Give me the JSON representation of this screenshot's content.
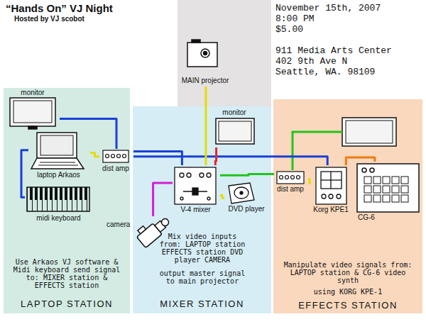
{
  "diagram": {
    "title": "“Hands On” VJ Night",
    "nodes": [
      {
        "text": [
          "Use Arkaos VJ software & Midi keyboard send signal to: MIXER station & EFFECTS station",
          "LAPTOP STATION"
        ]
      },
      {
        "text": [
          "monitor"
        ],
        "in": 0
      },
      {
        "text": [
          "laptop Arkaos"
        ],
        "in": 0
      },
      {
        "text": [
          "dist amp"
        ],
        "in": 0
      },
      {
        "text": [
          "midi keyboard"
        ],
        "in": 0
      },
      {
        "text": [
          "MAIN projector"
        ]
      },
      {
        "text": [
          "Mix video inputs from: LAPTOP station EFFECTS station DVD player CAMERA",
          "output master signal to main projector",
          "MIXER STATION"
        ]
      },
      {
        "text": [
          "monitor"
        ],
        "in": 6
      },
      {
        "text": [
          "V-4 mixer"
        ],
        "in": 6
      },
      {
        "text": [
          "DVD player"
        ],
        "in": 6
      },
      {
        "text": [
          "camera"
        ],
        "in": 6
      },
      {
        "text": [
          "Manipulate video signals from: LAPTOP station & CG-6 video synth",
          "using KORG KPE-1",
          "EFFECTS STATION"
        ]
      },
      {
        "text": [
          "dist amp"
        ],
        "in": 11
      },
      {
        "text": [
          "Korg KPE1"
        ],
        "in": 11
      },
      {
        "text": [
          "CG-6"
        ],
        "in": 11
      }
    ],
    "edges": [
      {
        "from": 2,
        "to": 3,
        "arrow": "none"
      },
      {
        "from": 3,
        "to": 1,
        "arrow": "none"
      },
      {
        "from": 3,
        "to": 8,
        "arrow": "none"
      },
      {
        "from": 3,
        "to": 13,
        "arrow": "none"
      },
      {
        "from": 8,
        "to": 5,
        "arrow": "none"
      },
      {
        "from": 8,
        "to": 7,
        "arrow": "none"
      },
      {
        "from": 9,
        "to": 8,
        "arrow": "none"
      },
      {
        "from": 10,
        "to": 8,
        "arrow": "none"
      },
      {
        "from": 12,
        "to": 8,
        "arrow": "none"
      },
      {
        "from": 13,
        "to": 12,
        "arrow": "none"
      },
      {
        "from": 14,
        "to": 13,
        "arrow": "none"
      },
      {
        "from": 2,
        "to": 4,
        "arrow": "none"
      }
    ],
    "labels": [
      "Hosted by VJ scobot",
      "November 15th, 2007",
      "8:00 PM",
      "$5.00",
      "911 Media Arts Center",
      "402 9th Ave N",
      "Seattle, WA. 98109"
    ]
  }
}
